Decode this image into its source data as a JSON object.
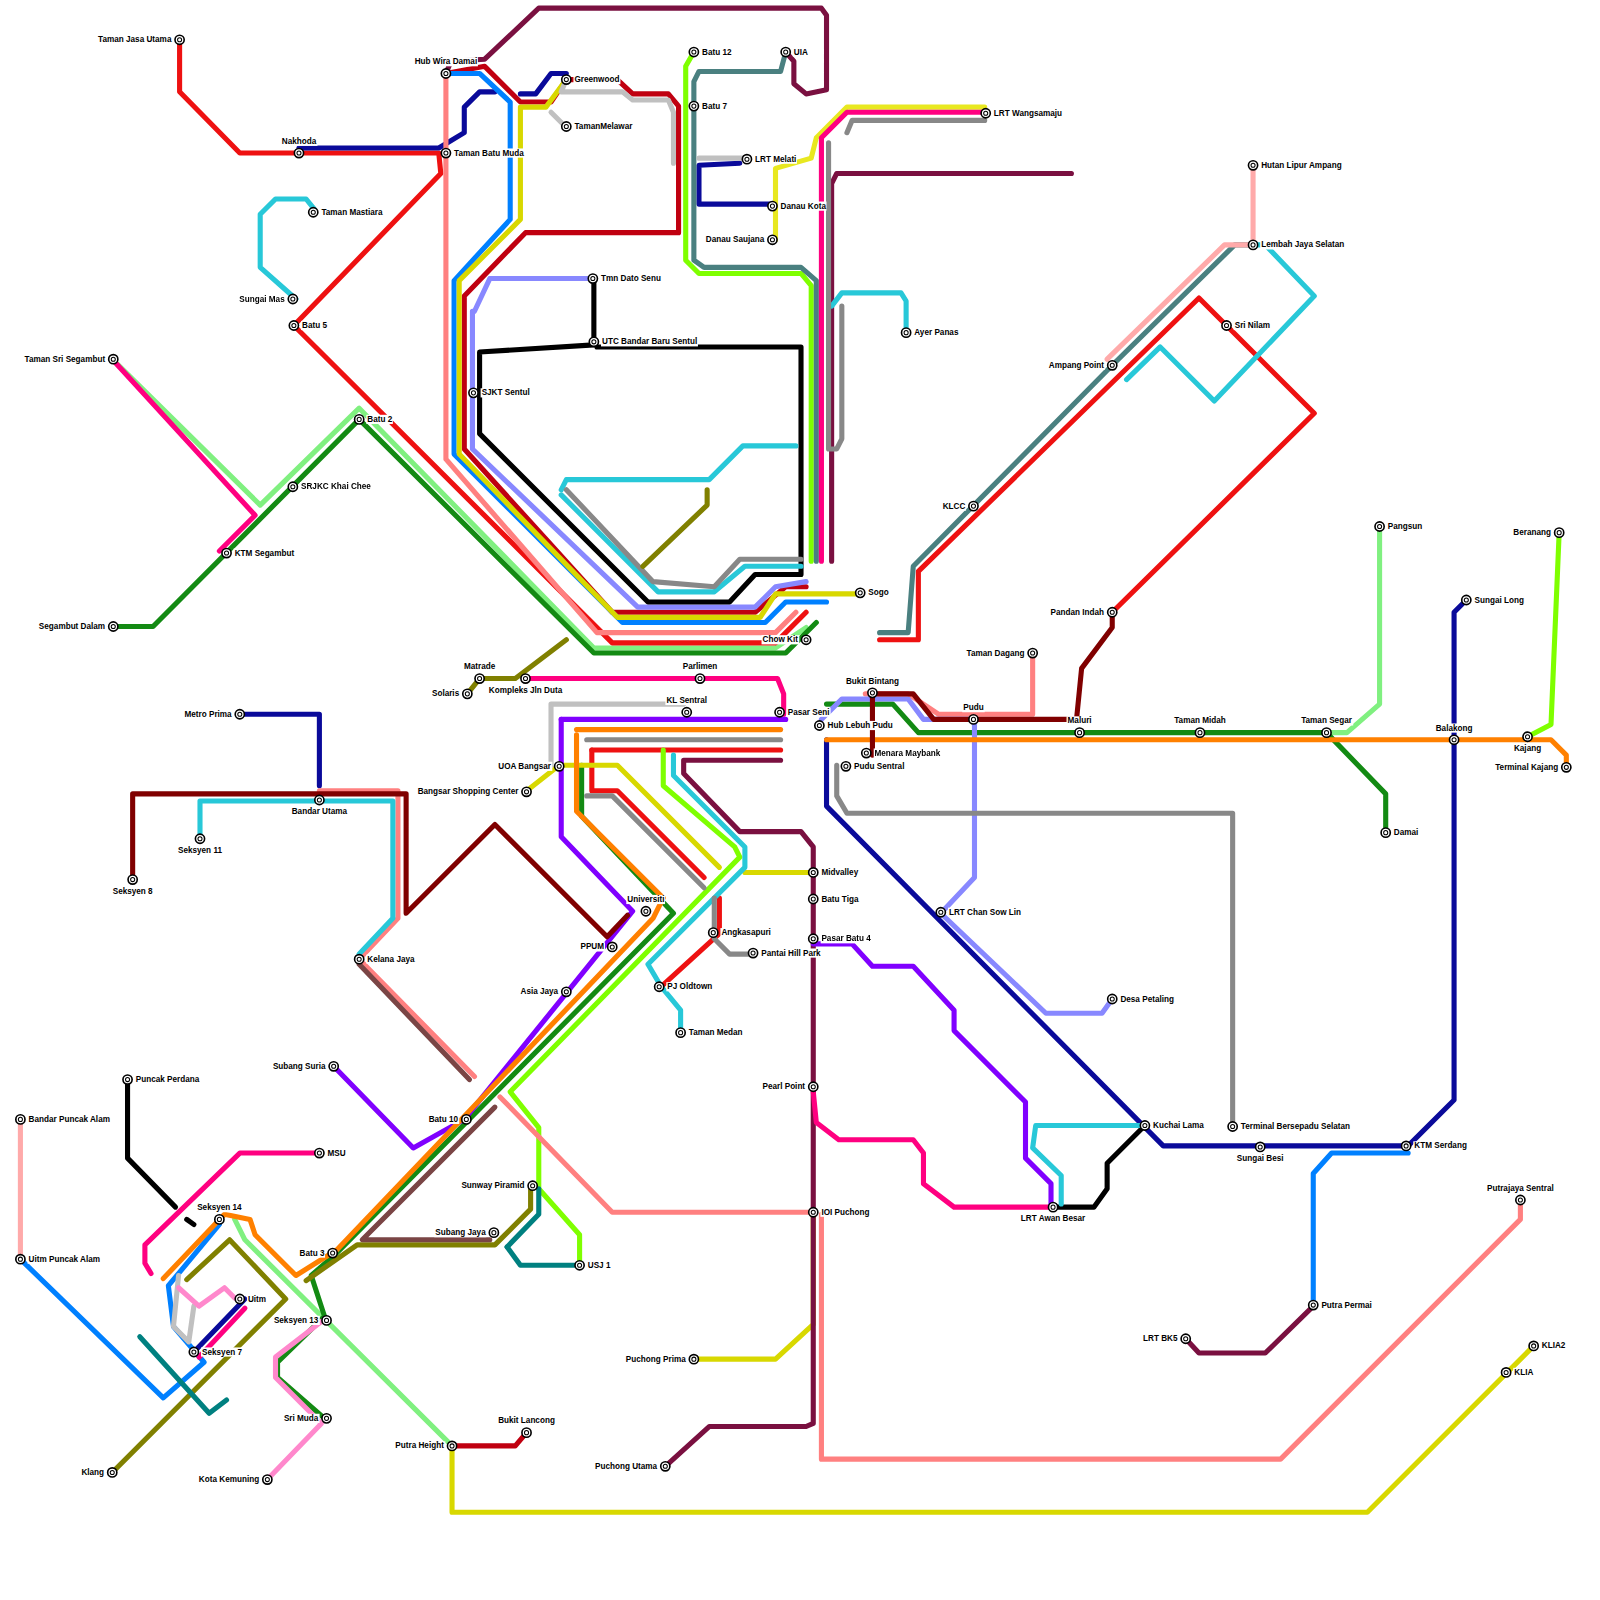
{
  "diagram": {
    "labels": [
      "Taman Jasa Utama",
      "Nakhoda",
      "Hub Wira Damai",
      "Taman Batu Muda",
      "Taman Mastiara",
      "Sungai Mas",
      "Batu 5",
      "Taman Sri Segambut",
      "Batu 2",
      "SRJKC Khai Chee",
      "KTM Segambut",
      "Segambut Dalam",
      "Greenwood",
      "TamanMelawar",
      "Batu 12",
      "Batu 7",
      "UIA",
      "LRT Melati",
      "Danau Kota",
      "Danau Saujana",
      "LRT Wangsamaju",
      "Tmn Dato Senu",
      "UTC Bandar Baru Sentul",
      "SJKT Sentul",
      "Ayer Panas",
      "Hutan Lipur Ampang",
      "Lembah Jaya Selatan",
      "Sri Nilam",
      "Ampang Point",
      "KLCC",
      "Sogo",
      "Chow Kit",
      "Pandan Indah",
      "Taman Dagang",
      "Solaris",
      "Matrade",
      "Kompleks Jln Duta",
      "Parlimen",
      "KL Sentral",
      "Pasar Seni",
      "Hub Lebuh Pudu",
      "Bukit Bintang",
      "Menara Maybank",
      "Pudu Sentral",
      "Pudu",
      "Maluri",
      "Taman Midah",
      "Taman Segar",
      "Pangsun",
      "Beranang",
      "Sungai Long",
      "Balakong",
      "Kajang",
      "Terminal Kajang",
      "Damai",
      "Metro Prima",
      "Seksyen 8",
      "Seksyen 11",
      "Bandar Utama",
      "UOA Bangsar",
      "Bangsar Shopping Center",
      "Midvalley",
      "Batu Tiga",
      "Pasar Batu 4",
      "Universiti",
      "Angkasapuri",
      "Pantai Hill Park",
      "PPUM",
      "PJ Oldtown",
      "Kelana Jaya",
      "Asia Jaya",
      "Taman Medan",
      "Desa Petaling",
      "LRT Chan Sow Lin",
      "Subang Suria",
      "Batu 10",
      "Puncak Perdana",
      "Bandar Puncak Alam",
      "MSU",
      "Pearl Point",
      "Kuchai Lama",
      "Terminal Bersepadu Selatan",
      "Sungai Besi",
      "KTM Serdang",
      "Sunway Piramid",
      "IOI Puchong",
      "LRT Awan Besar",
      "Seksyen 14",
      "Subang Jaya",
      "Batu 3",
      "USJ 1",
      "Uitm Puncak Alam",
      "Uitm",
      "Putrajaya Sentral",
      "Seksyen 13",
      "Putra Permai",
      "Seksyen 7",
      "Puchong Prima",
      "LRT BK5",
      "KLIA2",
      "KLIA",
      "Sri Muda",
      "Bukit Lancong",
      "Putra Height",
      "Puchong Utama",
      "Klang",
      "Kota Kemuning"
    ]
  }
}
